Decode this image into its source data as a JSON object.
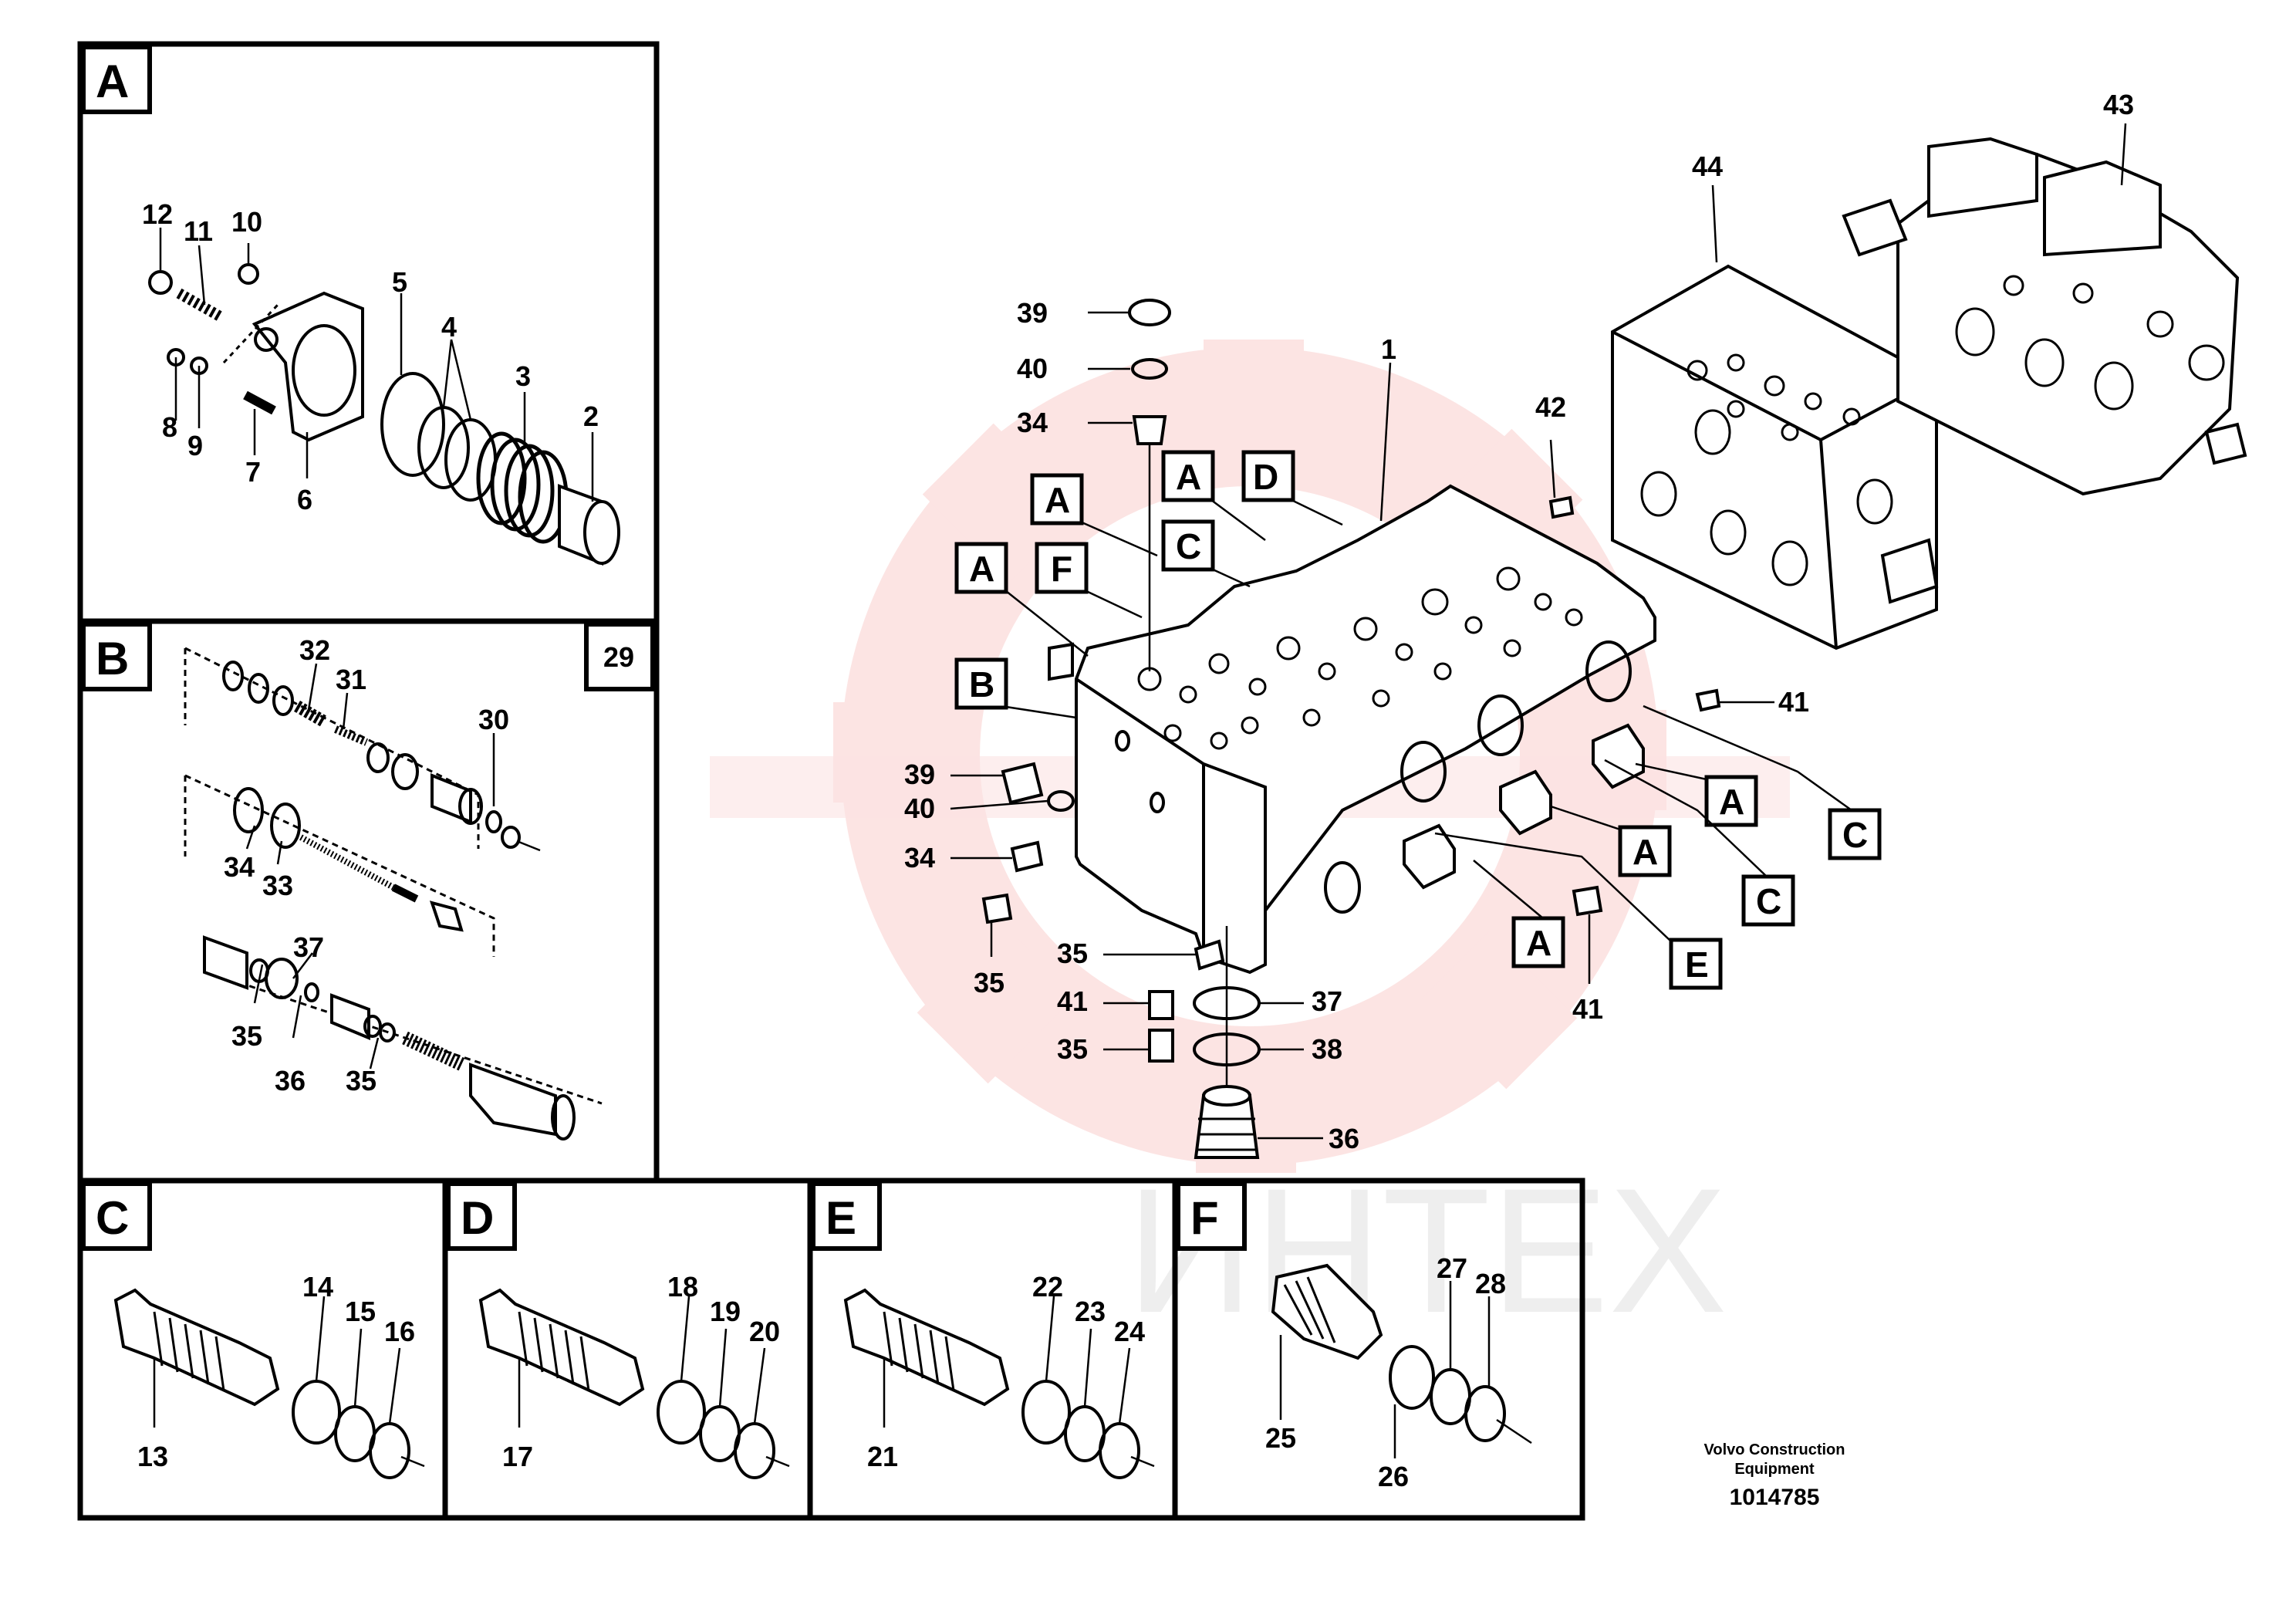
{
  "panels": {
    "A": {
      "letter": "A",
      "numbers": [
        "12",
        "11",
        "10",
        "5",
        "4",
        "3",
        "2",
        "8",
        "9",
        "7",
        "6"
      ]
    },
    "B": {
      "letter": "B",
      "group": "29",
      "numbers": [
        "32",
        "31",
        "30",
        "34",
        "33",
        "37",
        "35",
        "36",
        "35"
      ]
    },
    "C": {
      "letter": "C",
      "numbers": [
        "14",
        "15",
        "16",
        "13"
      ]
    },
    "D": {
      "letter": "D",
      "numbers": [
        "18",
        "19",
        "20",
        "17"
      ]
    },
    "E": {
      "letter": "E",
      "numbers": [
        "22",
        "23",
        "24",
        "21"
      ]
    },
    "F": {
      "letter": "F",
      "numbers": [
        "27",
        "28",
        "25",
        "26"
      ]
    }
  },
  "main": {
    "numbers": [
      "39",
      "40",
      "34",
      "1",
      "42",
      "44",
      "43",
      "39",
      "40",
      "34",
      "35",
      "41",
      "35",
      "37",
      "38",
      "36",
      "35",
      "41",
      "41"
    ],
    "callouts": [
      "A",
      "D",
      "A",
      "C",
      "A",
      "F",
      "B",
      "A",
      "C",
      "A",
      "C",
      "A",
      "E"
    ]
  },
  "footer": {
    "company_line1": "Volvo Construction",
    "company_line2": "Equipment",
    "drawing_id": "1014785"
  },
  "watermark": {
    "text": "ИНТЕХ",
    "color": "#e53935"
  }
}
